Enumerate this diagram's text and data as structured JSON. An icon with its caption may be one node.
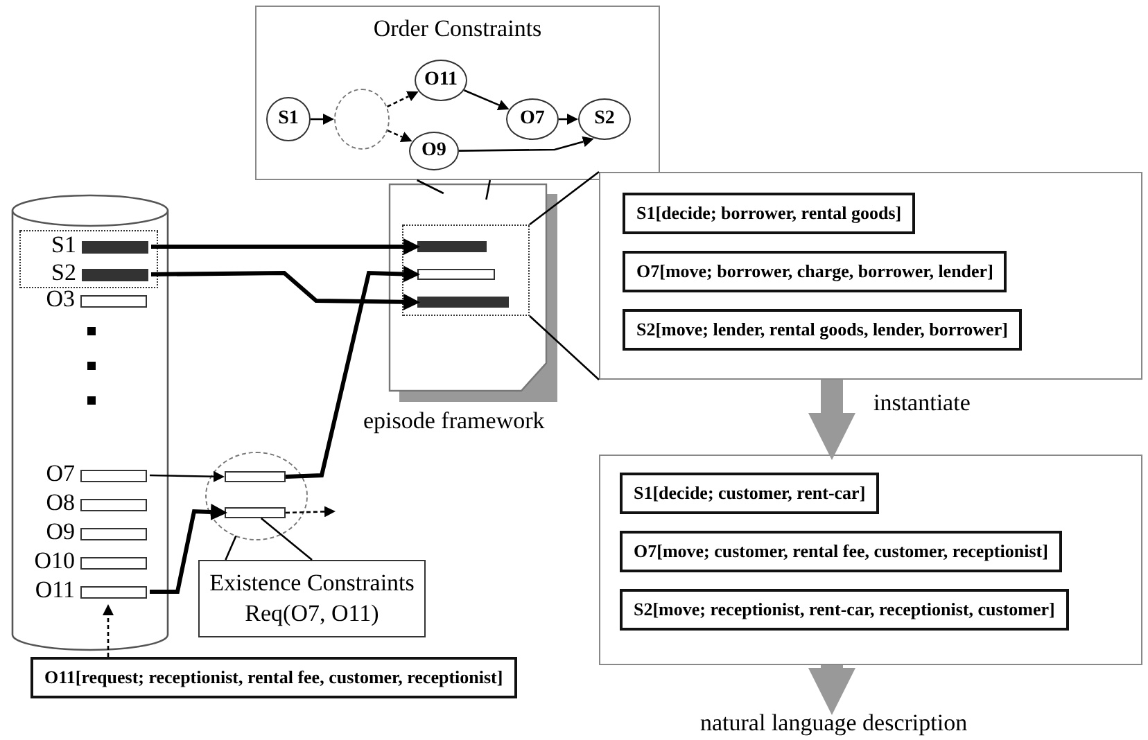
{
  "diagram": {
    "nodes": [
      {
        "text": [
          "Order Constraints"
        ]
      },
      {
        "text": [
          "S1"
        ],
        "in": 0
      },
      {
        "text": [],
        "shape": "circle",
        "in": 0
      },
      {
        "text": [
          "O11"
        ],
        "in": 0
      },
      {
        "text": [
          "O9"
        ],
        "in": 0
      },
      {
        "text": [
          "O7"
        ],
        "in": 0
      },
      {
        "text": [
          "S2"
        ],
        "in": 0
      },
      {
        "text": [],
        "shape": "cylinder"
      },
      {
        "text": [],
        "shape": "box",
        "in": 7
      },
      {
        "text": [
          "S1"
        ],
        "in": 8
      },
      {
        "text": [
          "S2"
        ],
        "in": 8
      },
      {
        "text": [
          "O3"
        ],
        "in": 7
      },
      {
        "text": [
          "O7"
        ],
        "in": 7
      },
      {
        "text": [
          "O8"
        ],
        "in": 7
      },
      {
        "text": [
          "O9"
        ],
        "in": 7
      },
      {
        "text": [
          "O10"
        ],
        "in": 7
      },
      {
        "text": [
          "O11"
        ],
        "in": 7
      },
      {
        "text": [],
        "shape": "circle"
      },
      {
        "text": [],
        "shape": "bar",
        "in": 17
      },
      {
        "text": [],
        "shape": "bar",
        "in": 17
      },
      {
        "text": [
          "Existence Constraints",
          "Req(O7, O11)"
        ]
      },
      {
        "text": [
          "episode framework"
        ]
      },
      {
        "text": [],
        "shape": "box",
        "in": 21
      },
      {
        "text": [],
        "shape": "bar",
        "in": 22
      },
      {
        "text": [],
        "shape": "bar",
        "in": 22
      },
      {
        "text": [],
        "shape": "bar",
        "in": 22
      },
      {
        "text": [],
        "shape": "box"
      },
      {
        "text": [
          "S1[decide; borrower, rental goods]"
        ],
        "in": 26
      },
      {
        "text": [
          "O7[move; borrower, charge, borrower, lender]"
        ],
        "in": 26
      },
      {
        "text": [
          "S2[move; lender, rental goods, lender, borrower]"
        ],
        "in": 26
      },
      {
        "text": [],
        "shape": "box"
      },
      {
        "text": [
          "S1[decide; customer, rent-car]"
        ],
        "in": 30
      },
      {
        "text": [
          "O7[move; customer, rental fee, customer, receptionist]"
        ],
        "in": 30
      },
      {
        "text": [
          "S2[move; receptionist, rent-car, receptionist, customer]"
        ],
        "in": 30
      },
      {
        "text": [
          "natural language description"
        ]
      },
      {
        "text": [
          "O11[request; receptionist, rental fee, customer, receptionist]"
        ]
      }
    ],
    "edges": [
      {
        "from": 1,
        "to": 2,
        "arrow": "to"
      },
      {
        "from": 2,
        "to": 3,
        "arrow": "to",
        "style": "dashed"
      },
      {
        "from": 2,
        "to": 4,
        "arrow": "to",
        "style": "dashed"
      },
      {
        "from": 3,
        "to": 5,
        "arrow": "to"
      },
      {
        "from": 5,
        "to": 6,
        "arrow": "to"
      },
      {
        "from": 4,
        "to": 6,
        "arrow": "to"
      },
      {
        "from": 9,
        "to": 23,
        "arrow": "to",
        "style": "thick"
      },
      {
        "from": 10,
        "to": 25,
        "arrow": "to",
        "style": "thick"
      },
      {
        "from": 12,
        "to": 18,
        "arrow": "to"
      },
      {
        "from": 16,
        "to": 19,
        "arrow": "to",
        "style": "thick"
      },
      {
        "from": 18,
        "to": 24,
        "arrow": "to",
        "style": "thick"
      },
      {
        "from": 19,
        "to": null,
        "arrow": "to",
        "style": "dashed"
      },
      {
        "from": 20,
        "to": 17,
        "arrow": "none"
      },
      {
        "from": 20,
        "to": 19,
        "arrow": "none"
      },
      {
        "from": 0,
        "to": 21,
        "arrow": "none"
      },
      {
        "from": 0,
        "to": 21,
        "arrow": "none"
      },
      {
        "from": 22,
        "to": 26,
        "arrow": "none"
      },
      {
        "from": 22,
        "to": 26,
        "arrow": "none"
      },
      {
        "from": 26,
        "to": 30,
        "arrow": "to",
        "label": "instantiate",
        "style": "thick",
        "color": "#999999"
      },
      {
        "from": 30,
        "to": 34,
        "arrow": "to",
        "style": "thick",
        "color": "#999999"
      },
      {
        "from": 35,
        "to": 16,
        "arrow": "to",
        "style": "dashed"
      }
    ]
  }
}
